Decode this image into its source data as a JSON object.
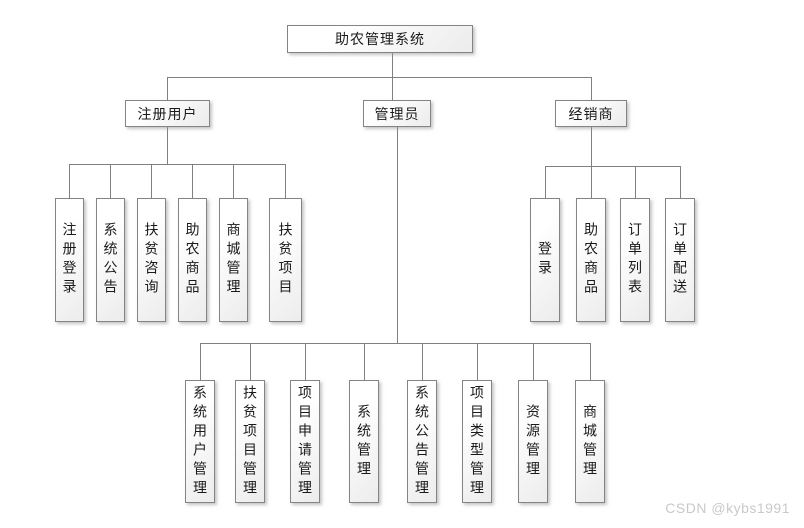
{
  "watermark": "CSDN @kybs1991",
  "colors": {
    "background": "#ffffff",
    "line": "#808080",
    "node_border": "#848484",
    "node_fill_top": "#ffffff",
    "node_fill_bottom": "#ececec",
    "text": "#1a1a1a",
    "watermark": "#c9c9c9"
  },
  "tree": {
    "root": {
      "label": "助农管理系统"
    },
    "branches": [
      {
        "label": "注册用户",
        "children": [
          "注册登录",
          "系统公告",
          "扶贫咨询",
          "助农商品",
          "商城管理",
          "扶贫项目"
        ]
      },
      {
        "label": "管理员",
        "children": [
          "系统用户管理",
          "扶贫项目管理",
          "项目申请管理",
          "系统管理",
          "系统公告管理",
          "项目类型管理",
          "资源管理",
          "商城管理"
        ]
      },
      {
        "label": "经销商",
        "children": [
          "登录",
          "助农商品",
          "订单列表",
          "订单配送"
        ]
      }
    ]
  }
}
